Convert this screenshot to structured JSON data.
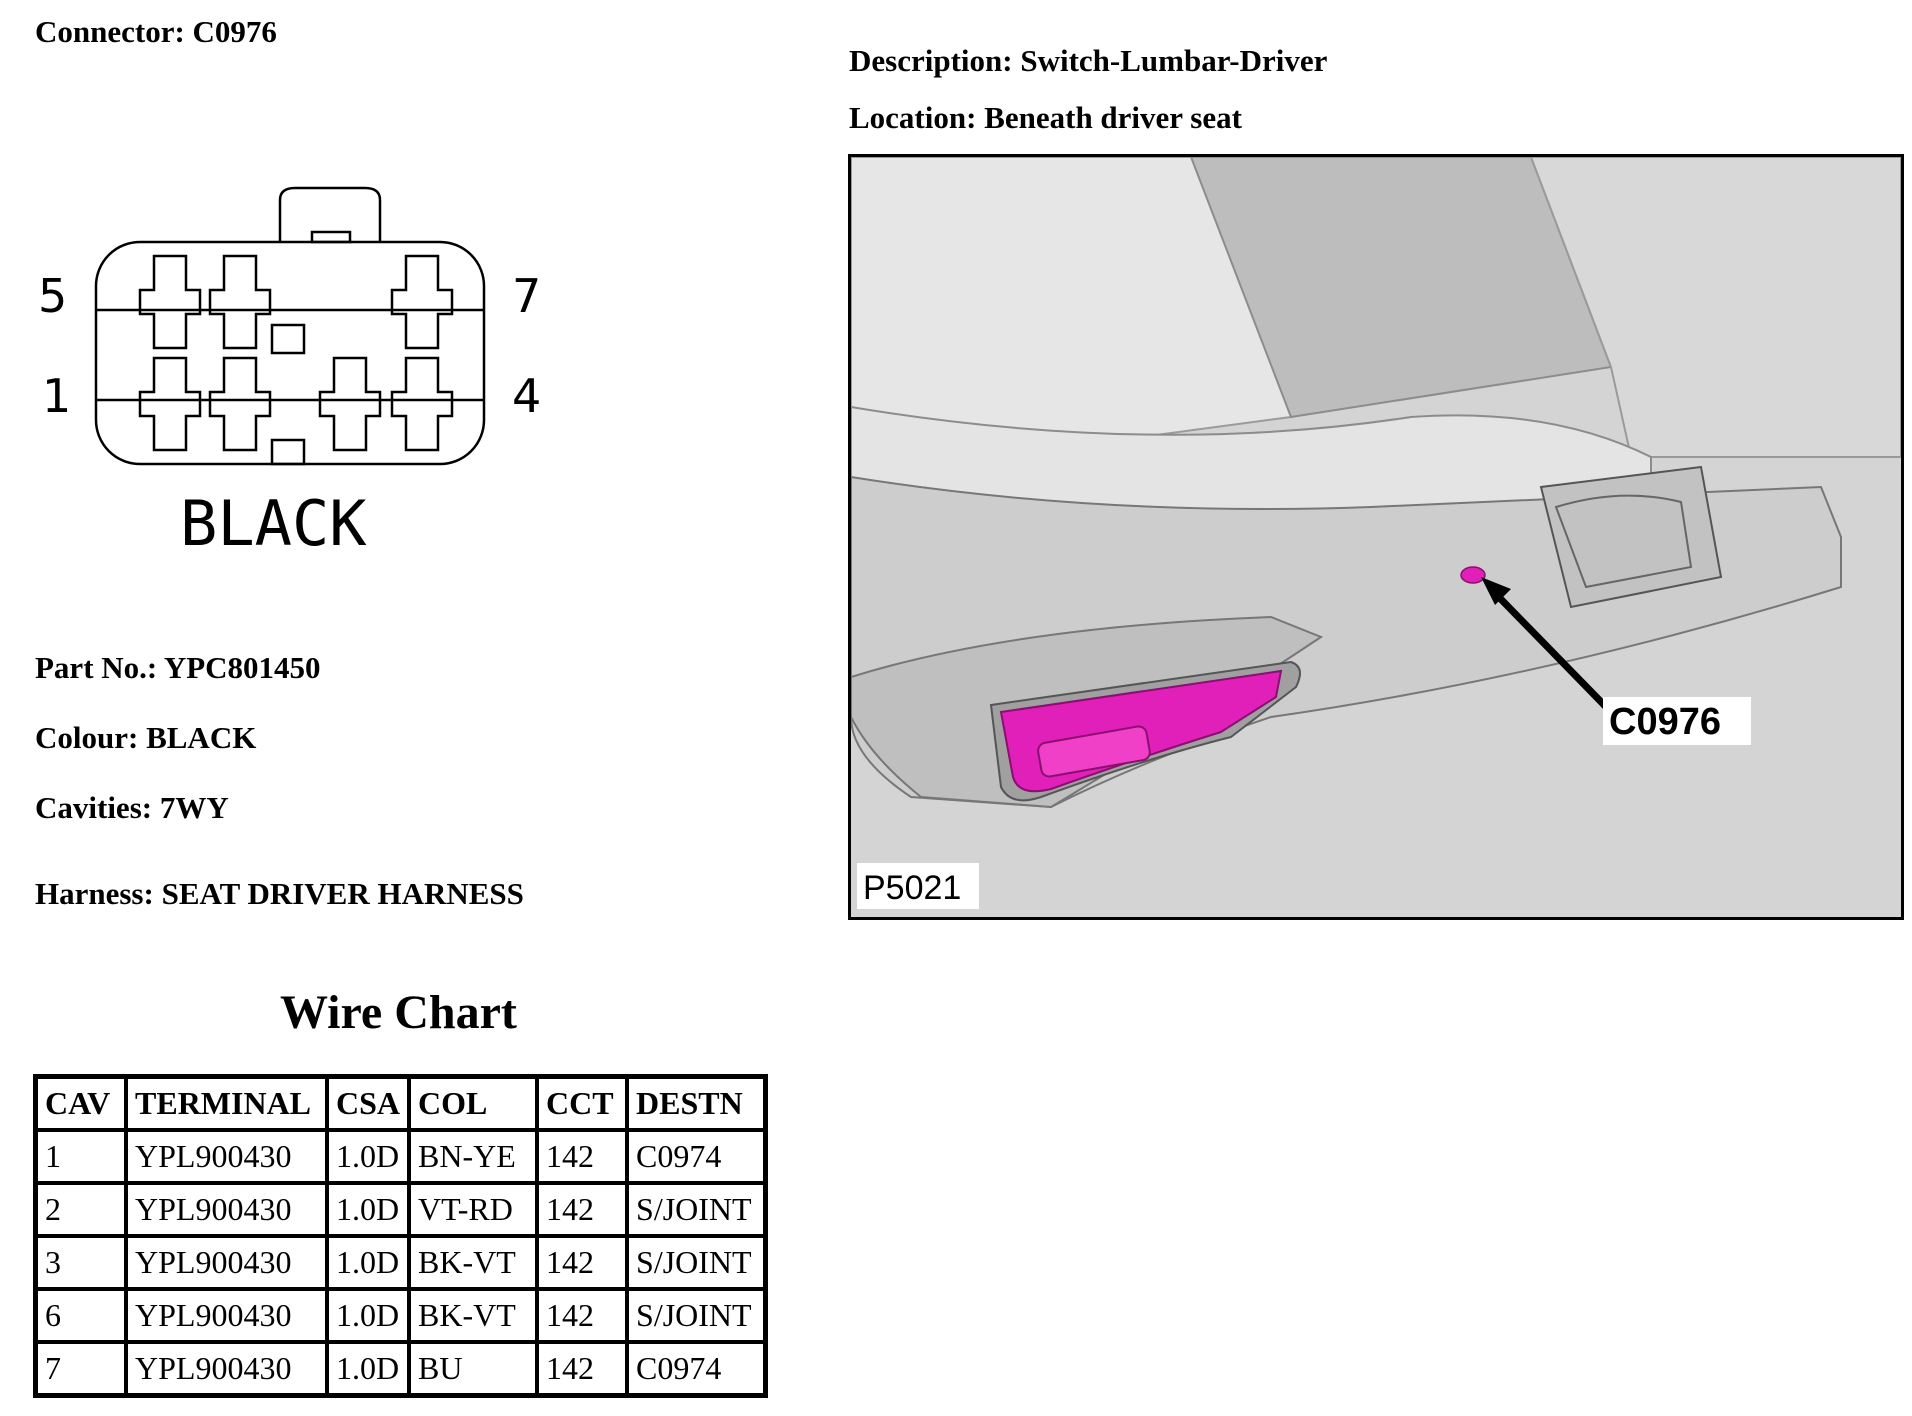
{
  "connector": {
    "label": "Connector: C0976"
  },
  "description": {
    "label": "Description: Switch-Lumbar-Driver"
  },
  "location": {
    "label": "Location: Beneath driver seat"
  },
  "diagram": {
    "pin_labels": {
      "top_left": "5",
      "bottom_left": "1",
      "top_right": "7",
      "bottom_right": "4"
    },
    "housing_colour_label": "BLACK"
  },
  "photo": {
    "callout": "C0976",
    "figure_id": "P5021",
    "highlight_color": "#e020b8"
  },
  "details": {
    "part_no": "Part No.: YPC801450",
    "colour": "Colour: BLACK",
    "cavities": "Cavities: 7WY",
    "harness": "Harness: SEAT DRIVER HARNESS"
  },
  "wire_chart": {
    "title": "Wire Chart",
    "columns": [
      "CAV",
      "TERMINAL",
      "CSA",
      "COL",
      "CCT",
      "DESTN"
    ],
    "rows": [
      [
        "1",
        "YPL900430",
        "1.0D",
        "BN-YE",
        "142",
        "C0974"
      ],
      [
        "2",
        "YPL900430",
        "1.0D",
        "VT-RD",
        "142",
        "S/JOINT"
      ],
      [
        "3",
        "YPL900430",
        "1.0D",
        "BK-VT",
        "142",
        "S/JOINT"
      ],
      [
        "6",
        "YPL900430",
        "1.0D",
        "BK-VT",
        "142",
        "S/JOINT"
      ],
      [
        "7",
        "YPL900430",
        "1.0D",
        "BU",
        "142",
        "C0974"
      ]
    ]
  }
}
